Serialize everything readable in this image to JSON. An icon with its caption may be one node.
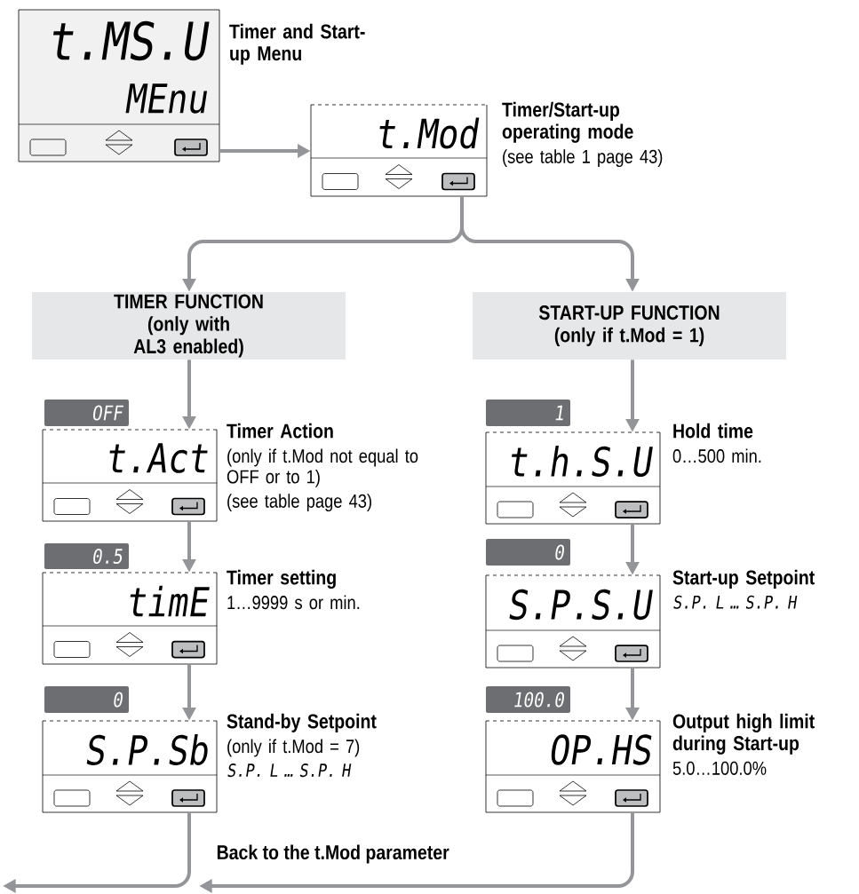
{
  "diagram": {
    "nodes": [
      {
        "text": [
          "t.MS.U",
          "MEnu"
        ],
        "beside": [
          "Timer and Start-up Menu"
        ]
      },
      {
        "text": [
          "t.Mod"
        ],
        "beside": [
          "Timer/Start-up operating mode",
          "(see table 1 page 43)"
        ]
      },
      {
        "text": [
          "TIMER FUNCTION (only with AL3 enabled)"
        ]
      },
      {
        "text": [
          "START-UP FUNCTION (only if t.Mod = 1)"
        ]
      },
      {
        "text": [
          "OFF",
          "t.Act"
        ],
        "beside": [
          "Timer Action",
          "(only if t.Mod not equal to OFF or to 1)",
          "(see table page 43)"
        ]
      },
      {
        "text": [
          "0.5",
          "timE"
        ],
        "beside": [
          "Timer setting",
          "1…9999 s or min."
        ]
      },
      {
        "text": [
          "0",
          "S.P.Sb"
        ],
        "beside": [
          "Stand-by Setpoint",
          "(only if t.Mod = 7)",
          "S.P. L … S.P. H"
        ]
      },
      {
        "text": [
          "1",
          "t.h.S.U"
        ],
        "beside": [
          "Hold time",
          "0…500 min."
        ]
      },
      {
        "text": [
          "0",
          "S.P.S.U"
        ],
        "beside": [
          "Start-up Setpoint",
          "S.P. L … S.P. H"
        ]
      },
      {
        "text": [
          "100.0",
          "OP.HS"
        ],
        "beside": [
          "Output high limit during Start-up",
          "5.0…100.0%"
        ]
      }
    ],
    "edges": [
      {
        "from": 0,
        "to": 1,
        "arrow": "to"
      },
      {
        "from": 1,
        "to": 2,
        "arrow": "to"
      },
      {
        "from": 1,
        "to": 3,
        "arrow": "to"
      },
      {
        "from": 2,
        "to": 4,
        "arrow": "to"
      },
      {
        "from": 4,
        "to": 5,
        "arrow": "to"
      },
      {
        "from": 5,
        "to": 6,
        "arrow": "to"
      },
      {
        "from": 3,
        "to": 7,
        "arrow": "to"
      },
      {
        "from": 7,
        "to": 8,
        "arrow": "to"
      },
      {
        "from": 8,
        "to": 9,
        "arrow": "to"
      },
      {
        "from": 6,
        "to": null,
        "arrow": "to"
      },
      {
        "from": 9,
        "to": null,
        "arrow": "to"
      }
    ],
    "labels": [
      "Back to the t.Mod parameter"
    ]
  }
}
